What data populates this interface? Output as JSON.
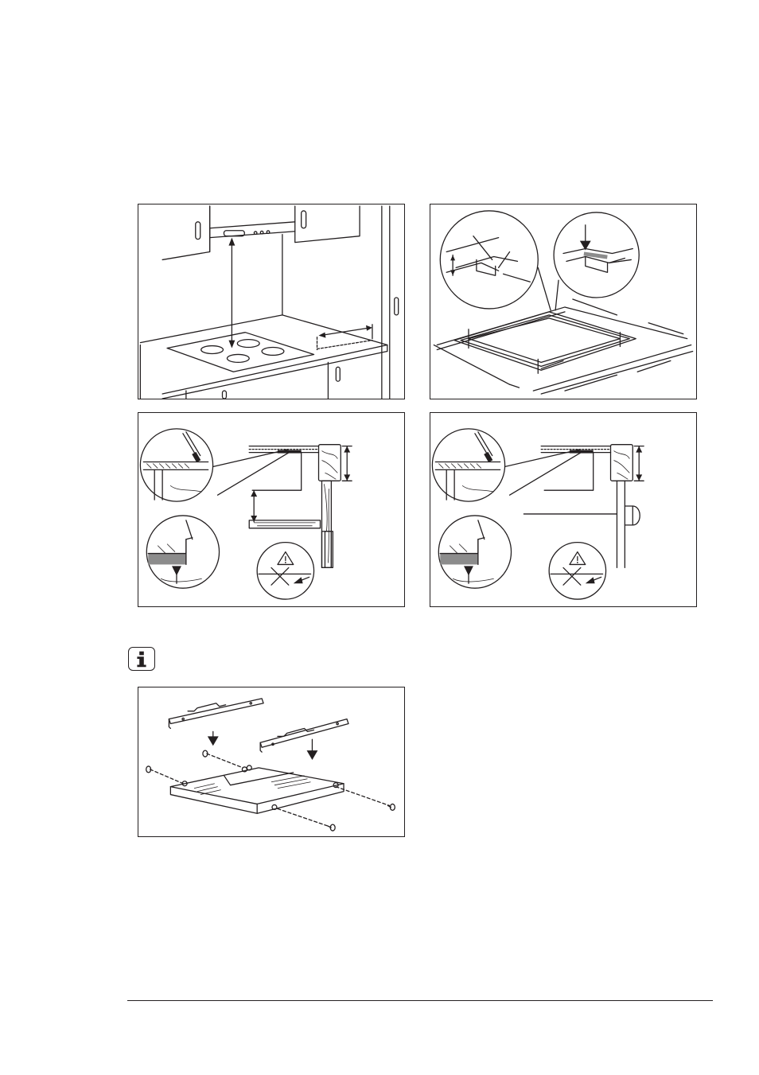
{
  "document": {
    "figures": [
      {
        "id": "kitchen-hood-hob-distance",
        "label": ""
      },
      {
        "id": "worktop-cutout-sealing-strip",
        "label": ""
      },
      {
        "id": "installation-above-drawer",
        "label": ""
      },
      {
        "id": "installation-above-oven",
        "label": ""
      },
      {
        "id": "protection-box-assembly",
        "label": ""
      }
    ],
    "info_icon": "info-icon",
    "footer": {
      "page_text": ""
    }
  }
}
